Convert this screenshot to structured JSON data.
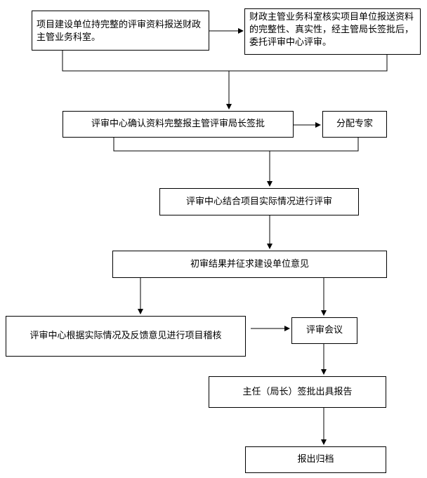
{
  "nodes": {
    "submit": "项目建设单位持完整的评审资料报送财政主管业务科室。",
    "verify": "财政主管业务科室核实项目单位报送资料的完整性、真实性，经主管局长签批后，委托评审中心评审。",
    "confirm": "评审中心确认资料完整报主管评审局长签批",
    "assign": "分配专家",
    "review": "评审中心结合项目实际情况进行评审",
    "prelim": "初审结果并征求建设单位意见",
    "recheck": "评审中心根据实际情况及反馈意见进行项目稽核",
    "meeting": "评审会议",
    "approve": "主任（局长）签批出具报告",
    "archive": "报出归档"
  }
}
